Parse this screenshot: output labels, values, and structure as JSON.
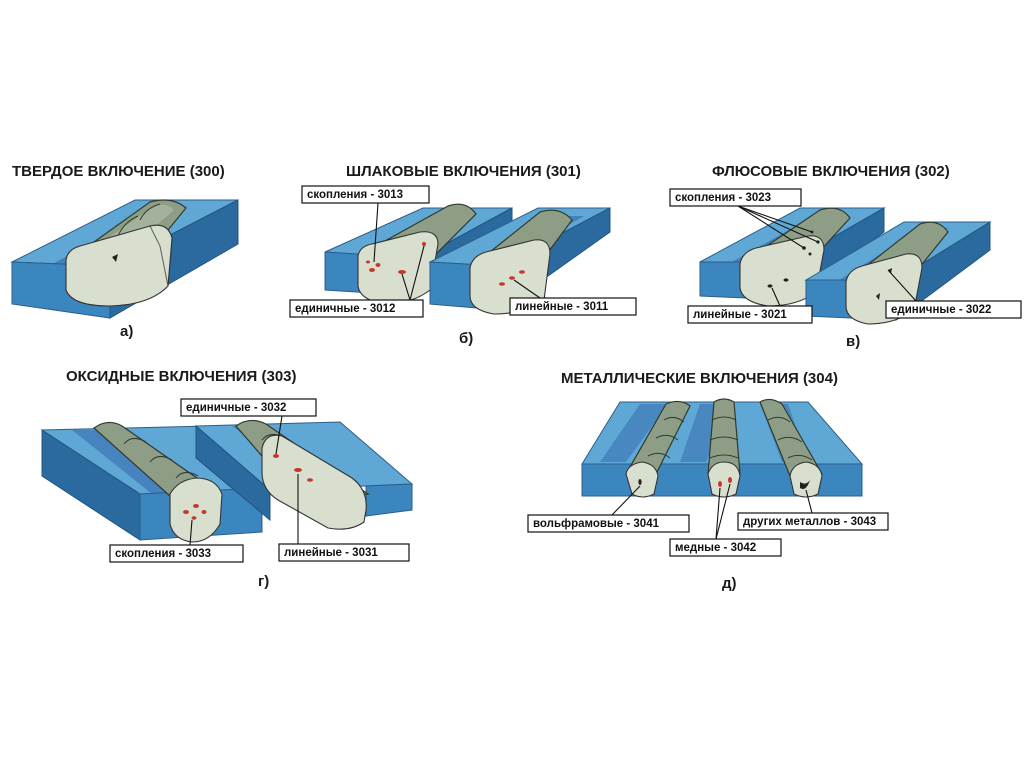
{
  "colors": {
    "plate_top": "#5fa8d6",
    "plate_band": "#2f5fa8",
    "plate_front": "#3c86c0",
    "weld_bead": "#8e9e86",
    "weld_cross_section": "#d9dfcf",
    "inclusion_red": "#c8382a",
    "inclusion_dark": "#222222"
  },
  "panels": {
    "a": {
      "title": "ТВЕРДОЕ ВКЛЮЧЕНИЕ (300)",
      "caption": "а)"
    },
    "b": {
      "title": "ШЛАКОВЫЕ ВКЛЮЧЕНИЯ (301)",
      "caption": "б)",
      "labels": {
        "clusters": "скопления - 3013",
        "single": "единичные - 3012",
        "linear": "линейные - 3011"
      }
    },
    "v": {
      "title": "ФЛЮСОВЫЕ ВКЛЮЧЕНИЯ (302)",
      "caption": "в)",
      "labels": {
        "clusters": "скопления - 3023",
        "linear": "линейные - 3021",
        "single": "единичные - 3022"
      }
    },
    "g": {
      "title": "ОКСИДНЫЕ ВКЛЮЧЕНИЯ (303)",
      "caption": "г)",
      "labels": {
        "single": "единичные - 3032",
        "clusters": "скопления - 3033",
        "linear": "линейные  - 3031"
      }
    },
    "d": {
      "title": "МЕТАЛЛИЧЕСКИЕ ВКЛЮЧЕНИЯ  (304)",
      "caption": "д)",
      "labels": {
        "tungsten": "вольфрамовые - 3041",
        "copper": "медные - 3042",
        "other": "других металлов - 3043"
      }
    }
  }
}
